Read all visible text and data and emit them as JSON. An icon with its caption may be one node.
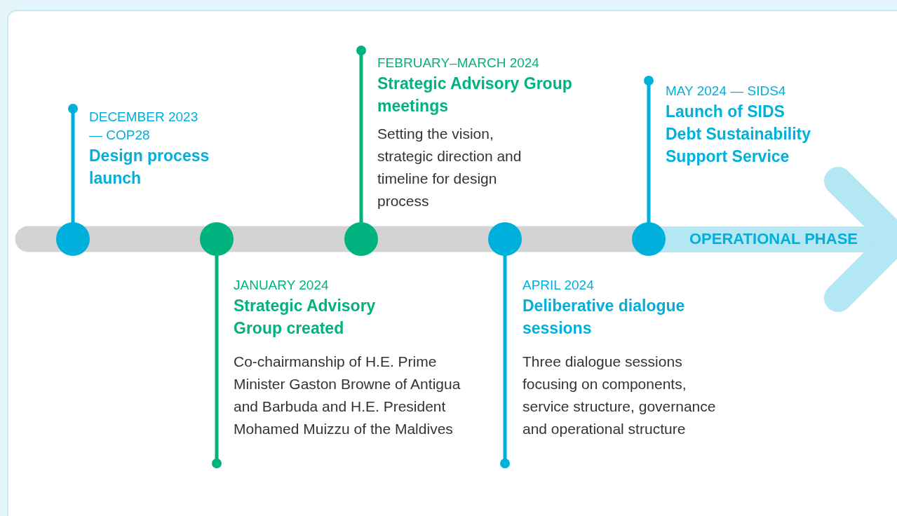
{
  "diagram": {
    "nodes": [
      {
        "text": [
          "DECEMBER 2023 — COP28",
          "Design process launch"
        ]
      },
      {
        "text": [
          "JANUARY 2024",
          "Strategic Advisory Group created",
          "Co-chairmanship of H.E. Prime Minister Gaston Browne of Antigua and Barbuda and H.E. President Mohamed Muizzu of the Maldives"
        ]
      },
      {
        "text": [
          "FEBRUARY–MARCH 2024",
          "Strategic Advisory Group meetings",
          "Setting the vision, strategic direction and timeline for design process"
        ]
      },
      {
        "text": [
          "APRIL 2024",
          "Deliberative dialogue sessions",
          "Three dialogue sessions focusing on components, service structure, governance and operational structure"
        ]
      },
      {
        "text": [
          "MAY 2024 — SIDS4",
          "Launch of SIDS Debt Sustainability Support Service"
        ]
      }
    ],
    "labels": [
      "OPERATIONAL PHASE"
    ]
  }
}
